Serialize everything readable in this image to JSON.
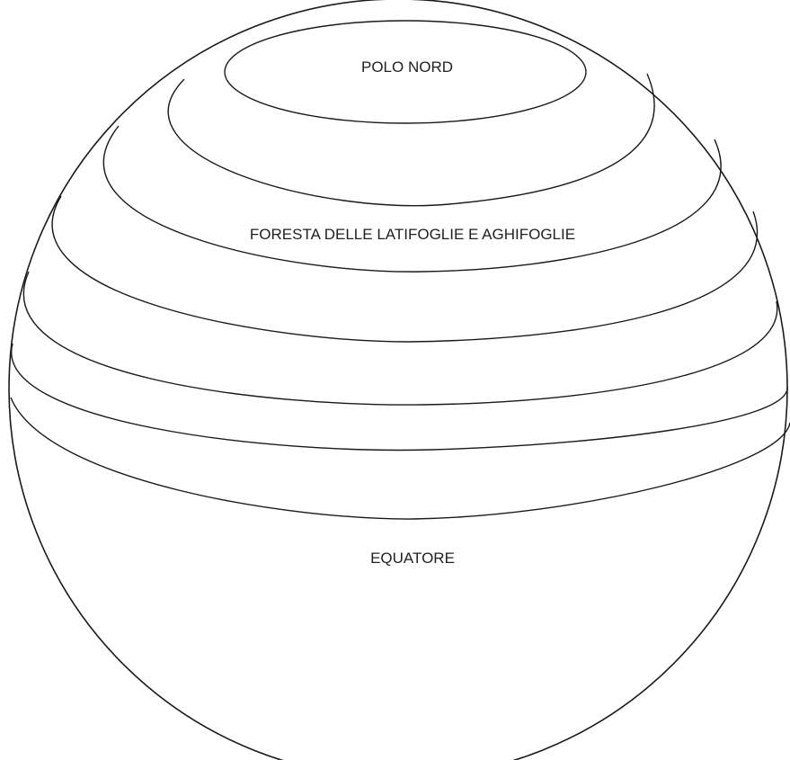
{
  "labels": {
    "north_pole": "POLO NORD",
    "forest_zone": "FORESTA DELLE LATIFOGLIE E AGHIFOGLIE",
    "equator": "EQUATORE"
  },
  "colors": {
    "stroke": "#1a1a1a",
    "text": "#222222",
    "background": "#ffffff"
  }
}
